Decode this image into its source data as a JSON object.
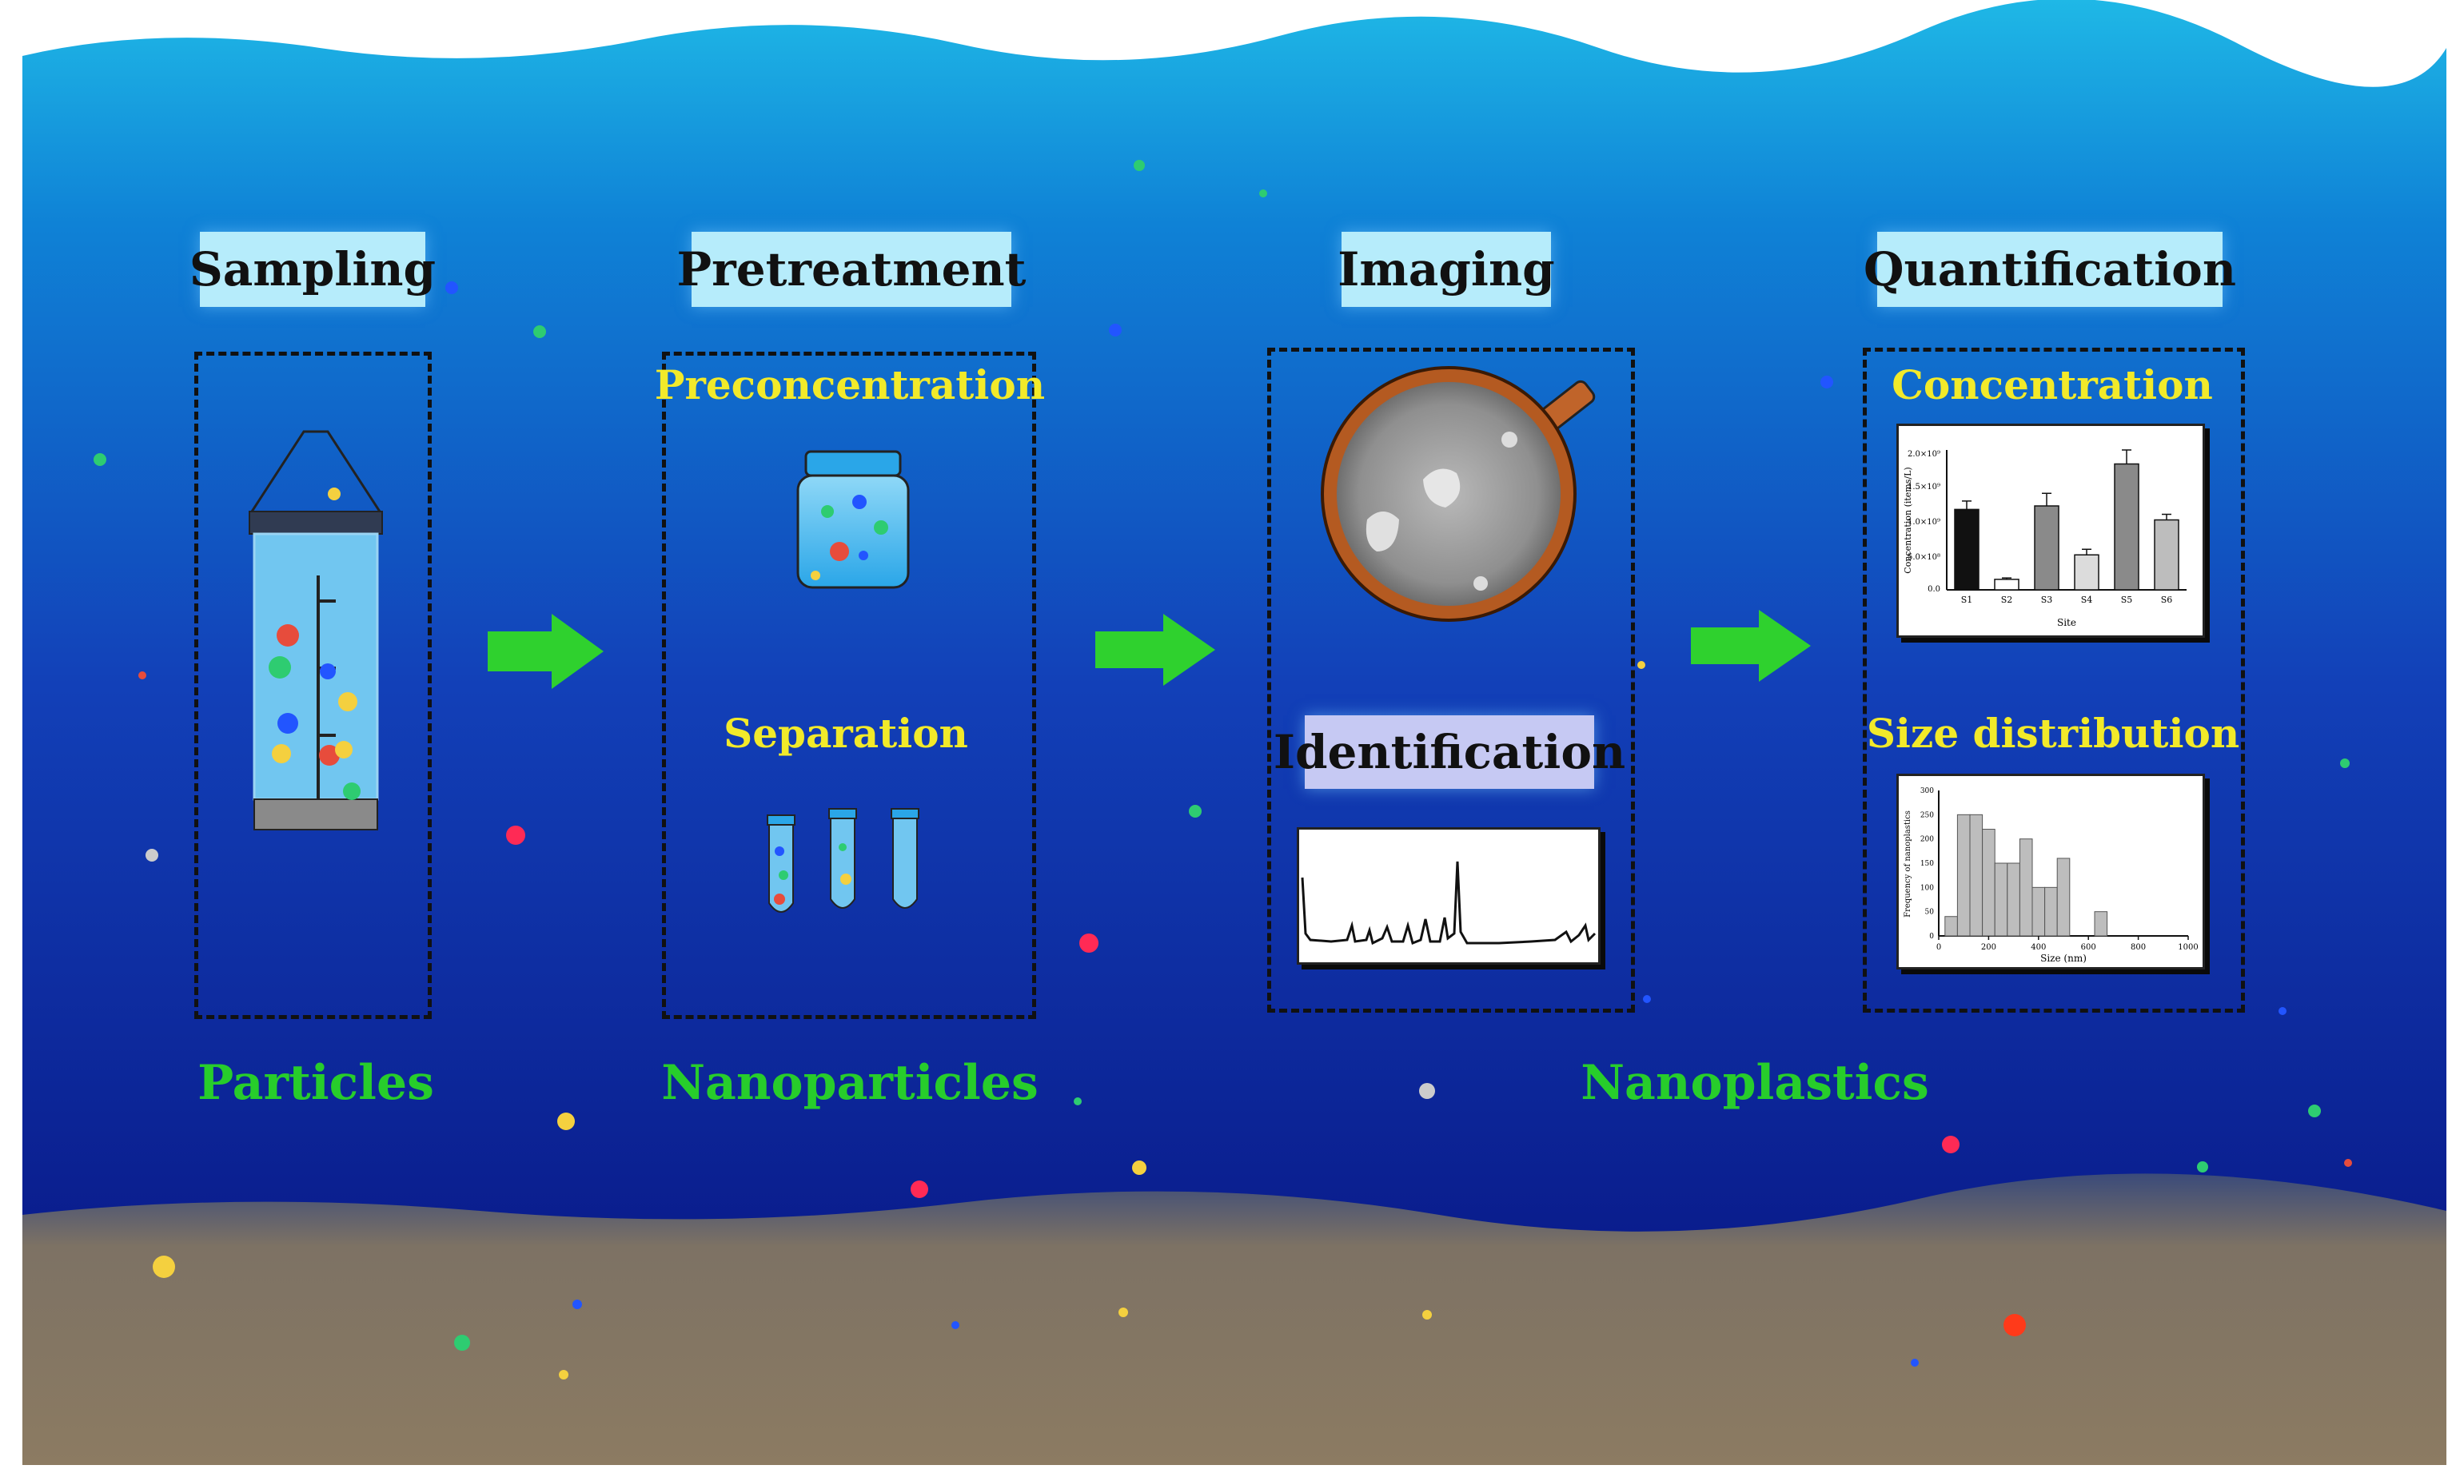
{
  "stages": {
    "sampling": {
      "title": "Sampling"
    },
    "pretreatment": {
      "title": "Pretreatment",
      "preconcentration": "Preconcentration",
      "separation": "Separation"
    },
    "imaging": {
      "title": "Imaging",
      "identification": "Identification"
    },
    "quantification": {
      "title": "Quantification",
      "concentration": "Concentration",
      "size_distribution": "Size distribution"
    }
  },
  "categories": {
    "particles": "Particles",
    "nanoparticles": "Nanoparticles",
    "nanoplastics": "Nanoplastics"
  },
  "colors": {
    "water_top": "#1fb8e6",
    "water_bottom": "#0a1c8c",
    "sediment": "#8c7b62",
    "arrow": "#2fd12e",
    "yellow_text": "#f2ea2a",
    "green_text": "#27cd2b"
  },
  "icons": [
    "water-sampler-icon",
    "sample-jar-icon",
    "test-tubes-icon",
    "sem-image-icon"
  ],
  "chart_data": [
    {
      "type": "bar",
      "categories": [
        "S1",
        "S2",
        "S3",
        "S4",
        "S5",
        "S6"
      ],
      "values": [
        1.15,
        0.15,
        1.2,
        0.5,
        1.8,
        1.0
      ],
      "errors": [
        0.12,
        0.02,
        0.18,
        0.08,
        0.2,
        0.08
      ],
      "xlabel": "Site",
      "ylabel": "Concentration (items/L)",
      "ylim": [
        0,
        2.0
      ],
      "yticks": [
        "0.0",
        "5.0×10⁸",
        "1.0×10⁹",
        "1.5×10⁹",
        "2.0×10⁹"
      ]
    },
    {
      "type": "bar",
      "x": [
        50,
        100,
        150,
        200,
        250,
        300,
        350,
        400,
        450,
        500,
        550,
        600,
        650,
        700,
        750,
        800,
        850,
        900,
        950
      ],
      "values": [
        40,
        250,
        250,
        220,
        150,
        150,
        200,
        100,
        100,
        160,
        0,
        0,
        50,
        0,
        0,
        0,
        0,
        0,
        0
      ],
      "xlabel": "Size (nm)",
      "ylabel": "Frequency of nanoplastics",
      "xlim": [
        0,
        1000
      ],
      "ylim": [
        0,
        300
      ],
      "xticks": [
        "0",
        "200",
        "400",
        "600",
        "800",
        "1000"
      ],
      "yticks": [
        "0",
        "50",
        "100",
        "150",
        "200",
        "250",
        "300"
      ]
    }
  ]
}
